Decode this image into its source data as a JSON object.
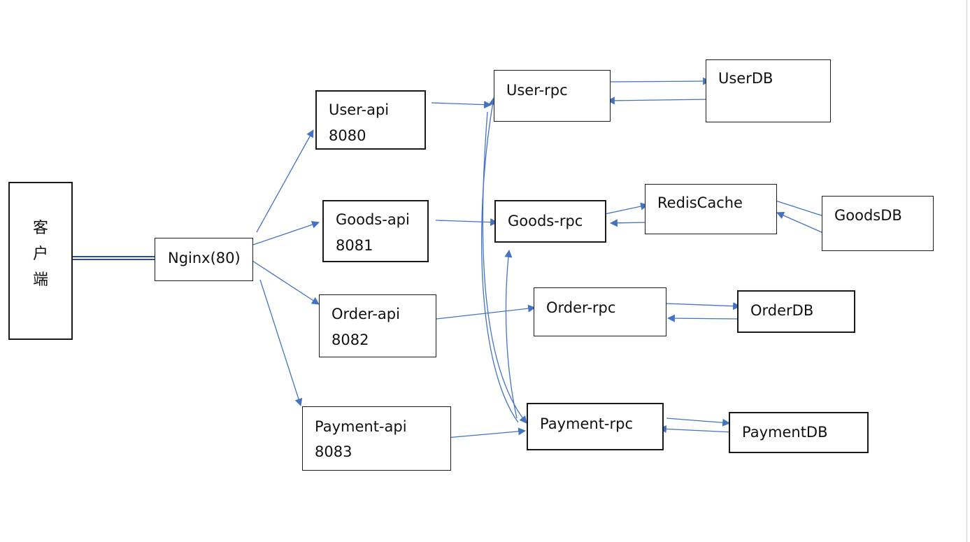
{
  "diagram": {
    "client": {
      "chars": [
        "客",
        "户",
        "端"
      ]
    },
    "nginx": {
      "label": "Nginx(80)"
    },
    "apis": {
      "user": {
        "name": "User-api",
        "port": "8080"
      },
      "goods": {
        "name": "Goods-api",
        "port": "8081"
      },
      "order": {
        "name": "Order-api",
        "port": "8082"
      },
      "payment": {
        "name": "Payment-api",
        "port": "8083"
      }
    },
    "rpcs": {
      "user": "User-rpc",
      "goods": "Goods-rpc",
      "order": "Order-rpc",
      "payment": "Payment-rpc"
    },
    "cache": "RedisCache",
    "dbs": {
      "user": "UserDB",
      "goods": "GoodsDB",
      "order": "OrderDB",
      "payment": "PaymentDB"
    },
    "colors": {
      "arrow": "#4472c4",
      "border": "#1a1a1a",
      "link": "#2f4f8f"
    }
  }
}
